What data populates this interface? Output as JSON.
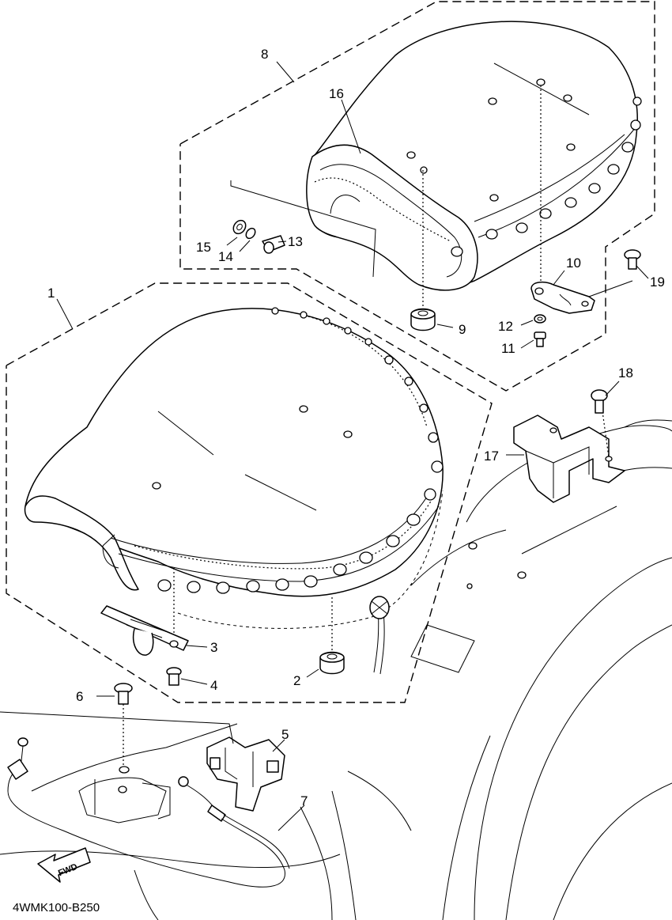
{
  "figure_code": "4WMK100-B250",
  "direction_arrow": {
    "label": "FWD",
    "icon": "fwd-arrow-icon"
  },
  "callouts": [
    "1",
    "2",
    "3",
    "4",
    "5",
    "6",
    "7",
    "8",
    "9",
    "10",
    "11",
    "12",
    "13",
    "14",
    "15",
    "16",
    "17",
    "18",
    "19"
  ],
  "groups": {
    "front_seat": {
      "callout": "1"
    },
    "rear_seat": {
      "callout": "8"
    }
  },
  "line_color": "#000000",
  "background": "#ffffff"
}
